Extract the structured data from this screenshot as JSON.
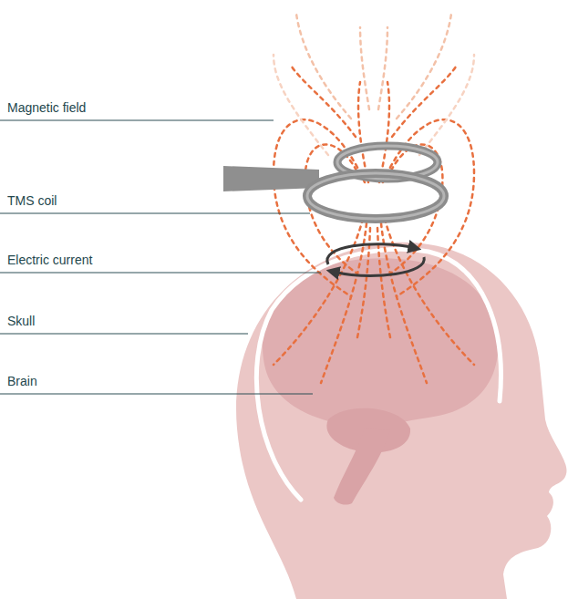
{
  "diagram": {
    "labels": [
      "Magnetic field",
      "TMS coil",
      "Electric current",
      "Skull",
      "Brain"
    ]
  }
}
